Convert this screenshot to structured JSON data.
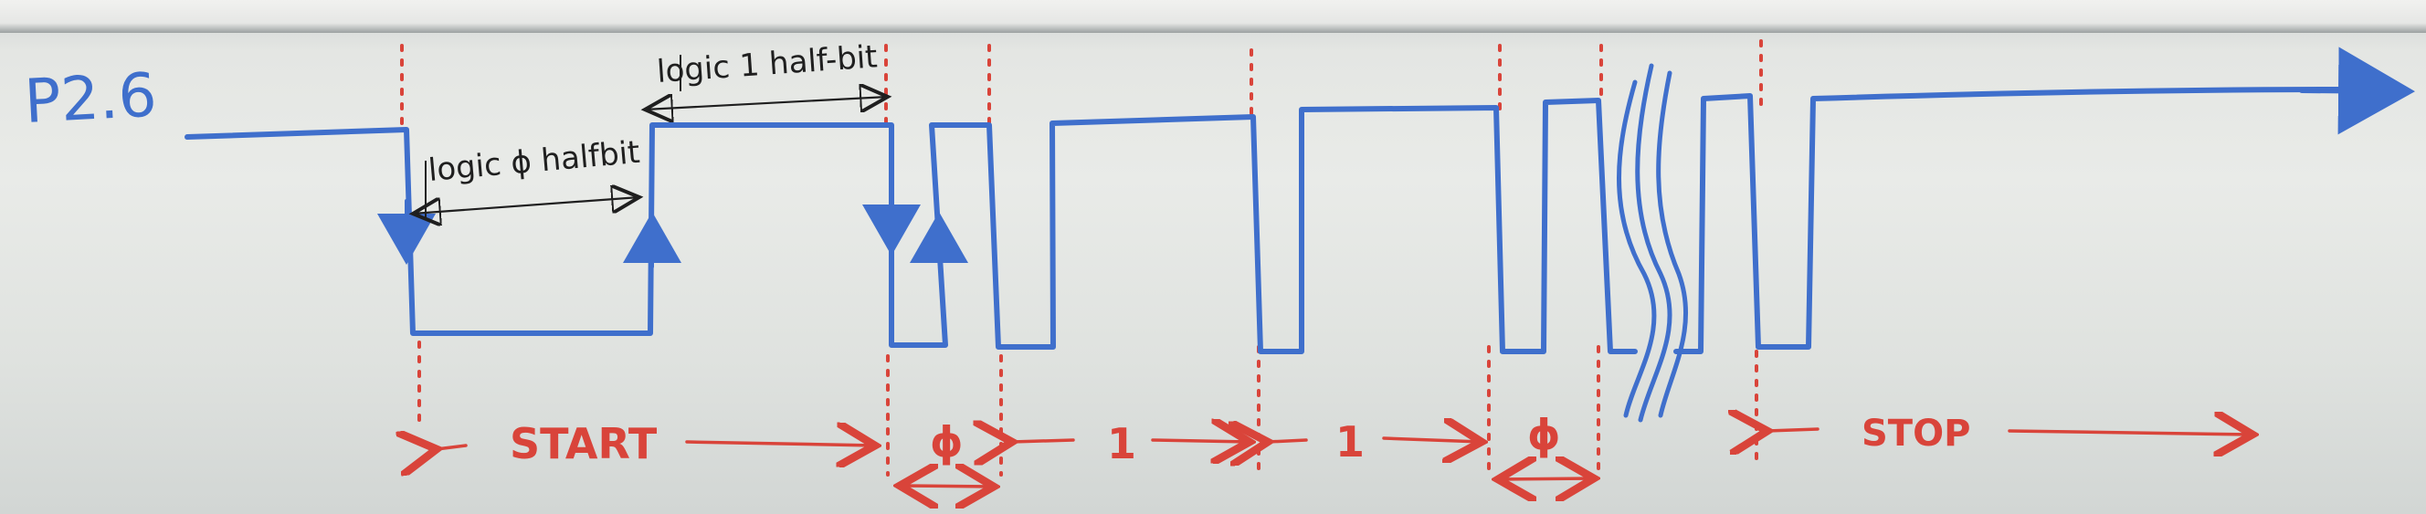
{
  "signal_label": "P2.6",
  "annotations": {
    "logic0_halfbit": "logic ϕ halfbit",
    "logic1_halfbit": "logic 1 half-bit"
  },
  "bits": {
    "start": "START",
    "bit1": "ϕ",
    "bit2": "1",
    "bit3": "1",
    "bit4": "ϕ",
    "stop": "STOP"
  },
  "colors": {
    "waveform": "#3f6fcc",
    "markers": "#d9443a",
    "ink": "#1f1f1f",
    "board": "#e6e8e5"
  }
}
